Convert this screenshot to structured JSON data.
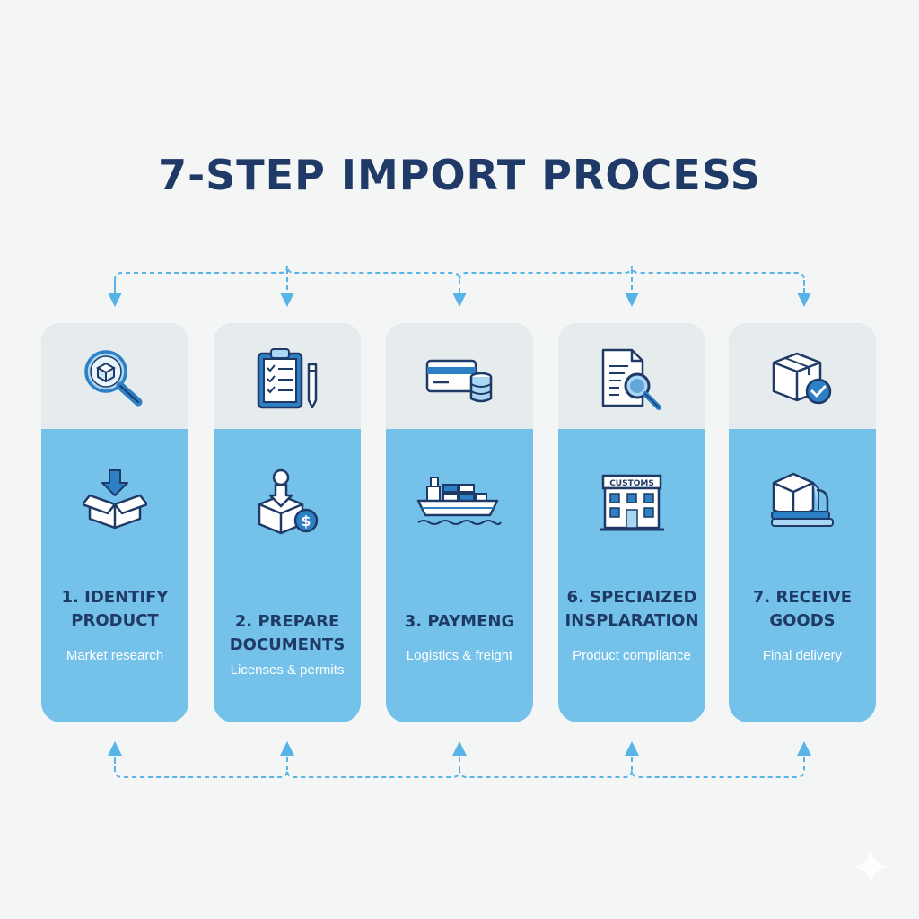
{
  "title": "7-STEP IMPORT PROCESS",
  "colors": {
    "background": "#f4f5f5",
    "card_blue": "#74c2ea",
    "card_top": "#e6ebee",
    "title_navy": "#1f3a66",
    "icon_blue": "#2d7fc6",
    "connector": "#58b3e6"
  },
  "steps": [
    {
      "title": "1. IDENTIFY\nPRODUCT",
      "subtitle": "Market research",
      "top_icon": "magnifier-box-icon",
      "mid_icon": "open-box-arrow-icon"
    },
    {
      "title": "2. PREPARE\nDOCUMENTS",
      "subtitle": "Licenses & permits",
      "top_icon": "clipboard-checklist-icon",
      "mid_icon": "box-person-dollar-icon"
    },
    {
      "title": "3. PAYMENG",
      "subtitle": "Logistics & freight",
      "top_icon": "credit-card-coins-icon",
      "mid_icon": "cargo-ship-icon"
    },
    {
      "title": "6. SPECIAIZED\nINSPLARATION",
      "subtitle": "Product compliance",
      "top_icon": "document-magnifier-icon",
      "mid_icon": "customs-building-icon",
      "building_sign": "CUSTOMS"
    },
    {
      "title": "7. RECEIVE\nGOODS",
      "subtitle": "Final delivery",
      "top_icon": "box-checkmark-icon",
      "mid_icon": "box-on-dolly-icon"
    }
  ]
}
